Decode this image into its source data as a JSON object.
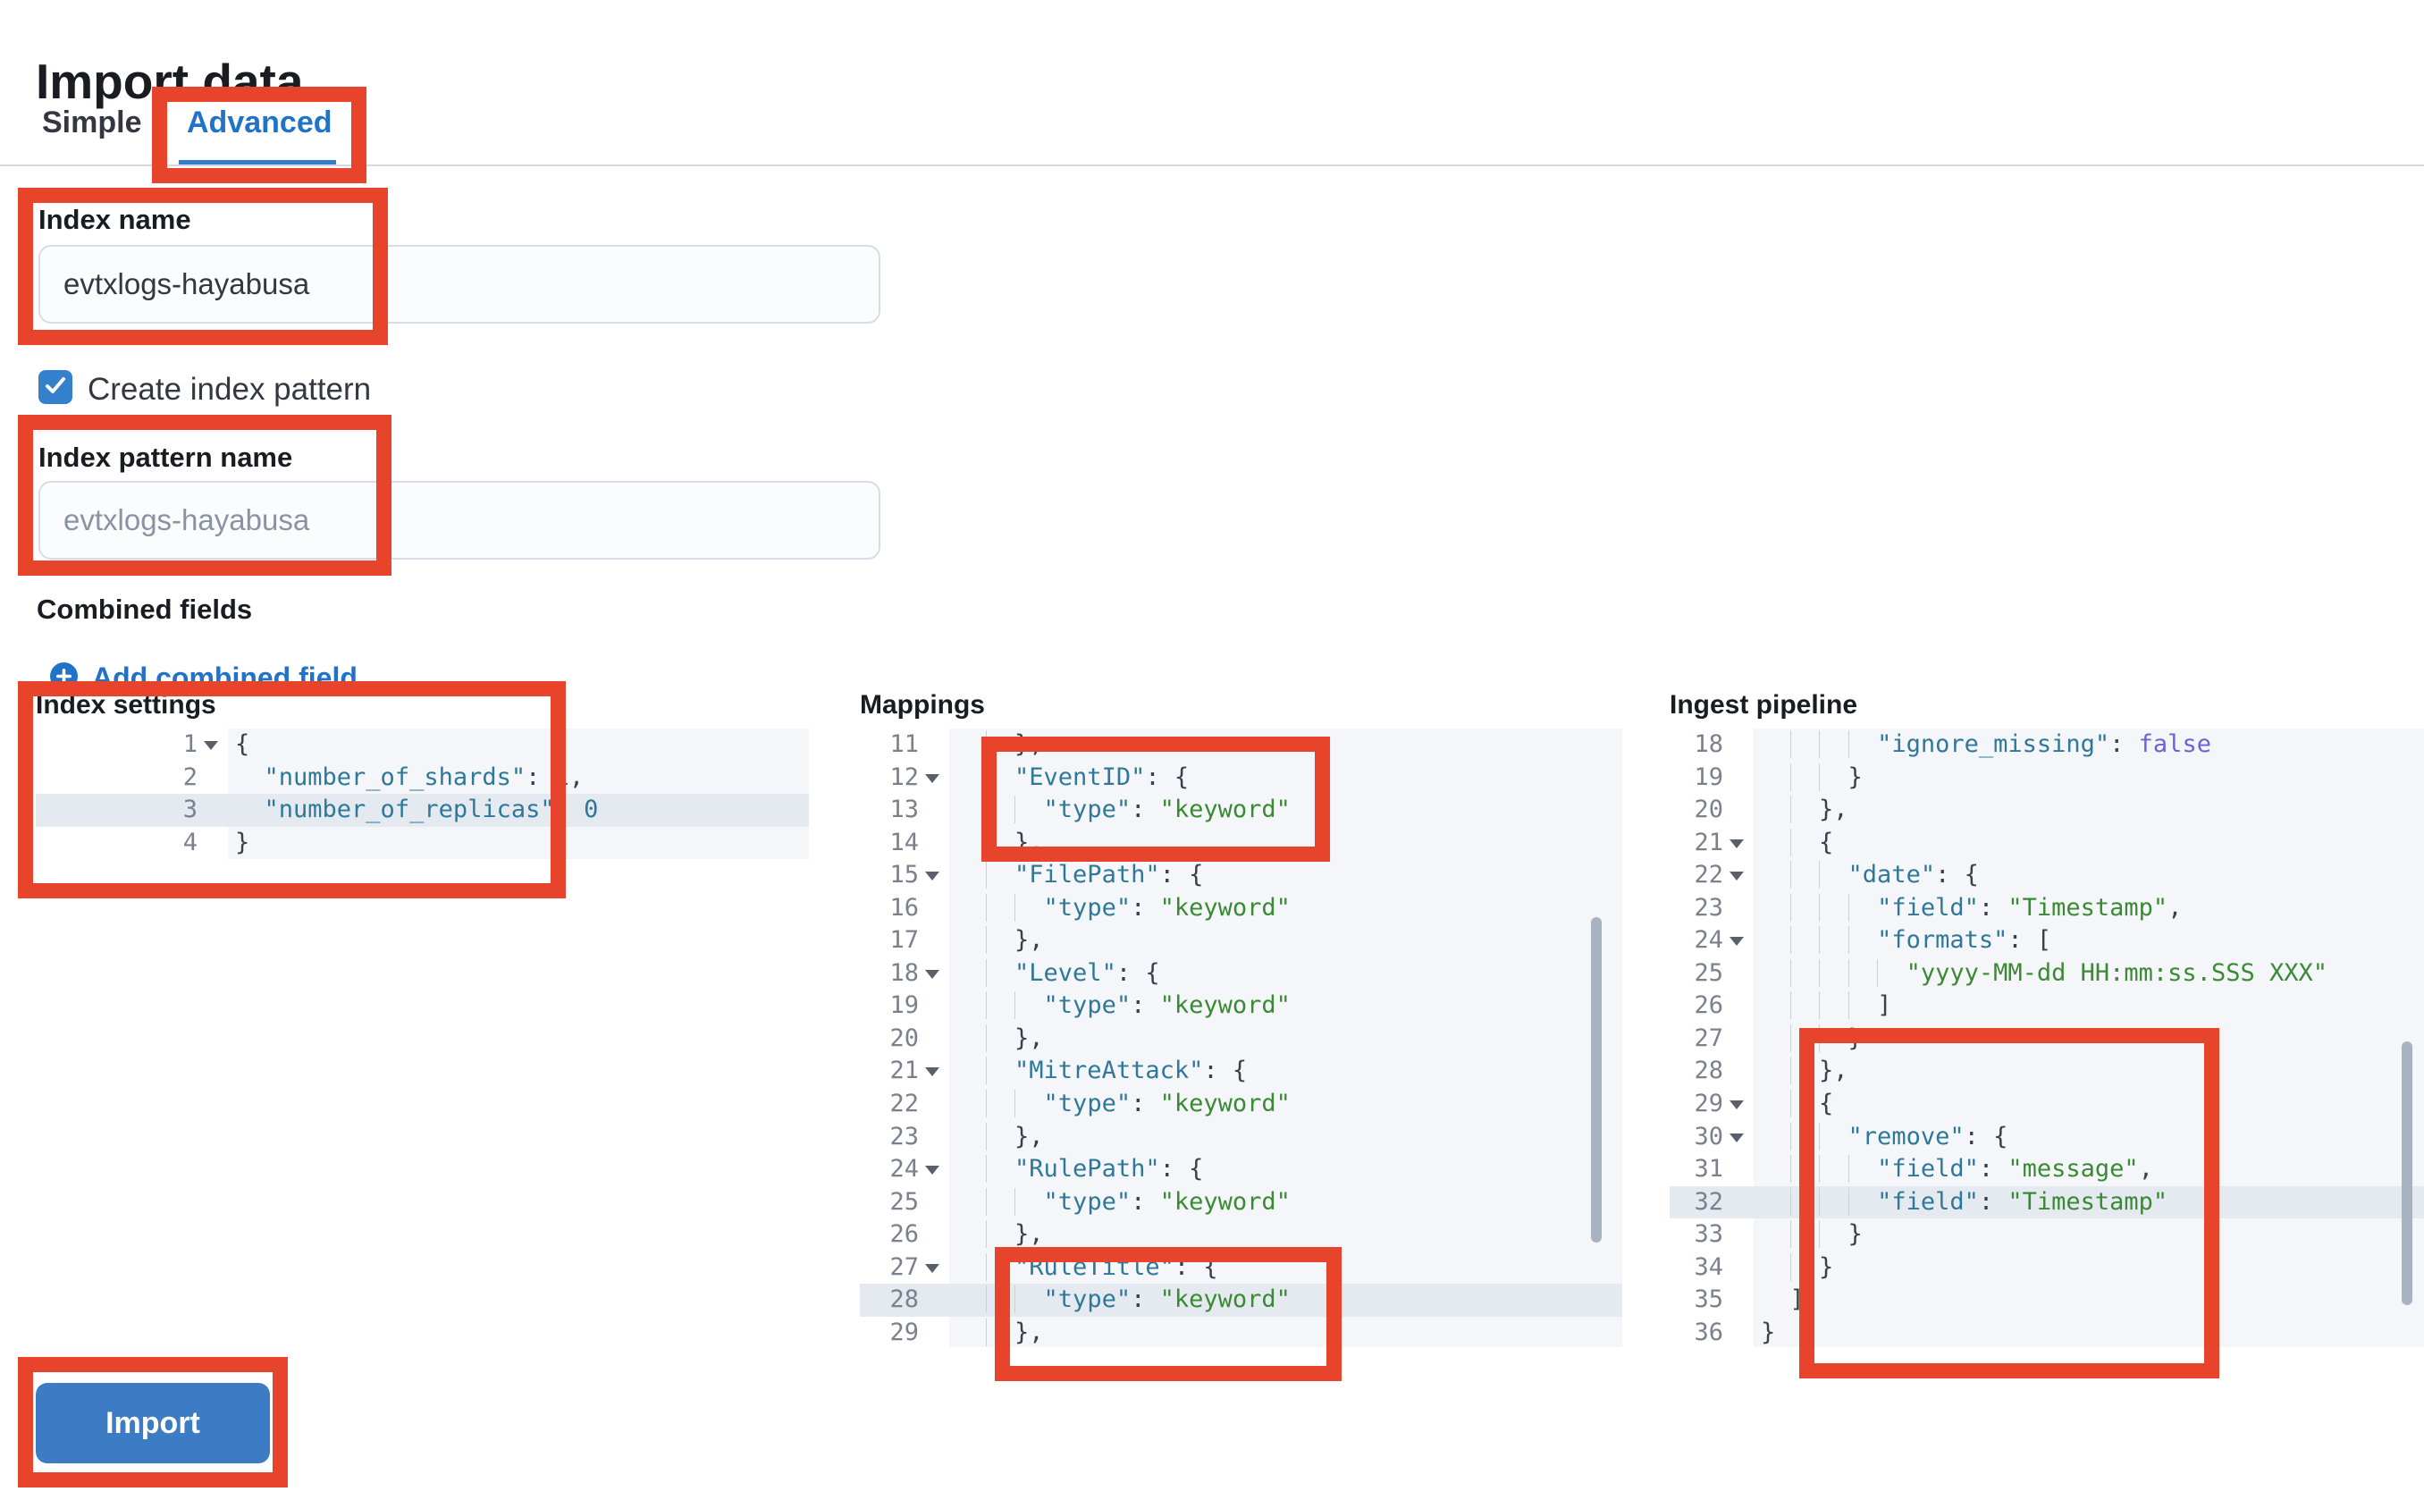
{
  "page": {
    "title": "Import data"
  },
  "tabs": [
    {
      "label": "Simple",
      "active": false
    },
    {
      "label": "Advanced",
      "active": true
    }
  ],
  "form": {
    "index_name": {
      "label": "Index name",
      "value": "evtxlogs-hayabusa"
    },
    "create_index_pattern": {
      "label": "Create index pattern",
      "checked": true
    },
    "index_pattern_name": {
      "label": "Index pattern name",
      "placeholder": "evtxlogs-hayabusa"
    },
    "combined_fields": {
      "label": "Combined fields",
      "add_link": "Add combined field"
    }
  },
  "import_button": {
    "label": "Import"
  },
  "colors": {
    "accent_blue": "#2173c8",
    "link_blue": "#2272c8",
    "button_blue": "#3c7cc4",
    "checkbox_blue": "#3580cc",
    "annotation_red": "#e8432b",
    "code_key": "#2e7899",
    "code_string": "#3a8a33",
    "code_boolean": "#6a63d8",
    "code_background": "#f4f6f9",
    "active_line": "#e5eaf1",
    "divider": "#d3dae6"
  },
  "editors": [
    {
      "label": "Index settings",
      "lines": [
        {
          "n": 1,
          "fold": true,
          "indent": 0,
          "seg": [
            [
              "{",
              "p"
            ]
          ]
        },
        {
          "n": 2,
          "indent": 2,
          "seg": [
            [
              "\"number_of_shards\"",
              "k"
            ],
            [
              ": ",
              "p"
            ],
            [
              "1",
              "n"
            ],
            [
              ",",
              "p"
            ]
          ]
        },
        {
          "n": 3,
          "indent": 2,
          "hl": true,
          "seg": [
            [
              "\"number_of_replicas\"",
              "k"
            ],
            [
              ": ",
              "p"
            ],
            [
              "0",
              "n"
            ]
          ]
        },
        {
          "n": 4,
          "indent": 0,
          "seg": [
            [
              "}",
              "p"
            ]
          ]
        }
      ]
    },
    {
      "label": "Mappings",
      "lines": [
        {
          "n": 11,
          "indent": 4,
          "seg": [
            [
              "},",
              "p"
            ]
          ]
        },
        {
          "n": 12,
          "fold": true,
          "indent": 4,
          "seg": [
            [
              "\"EventID\"",
              "k"
            ],
            [
              ": ",
              "p"
            ],
            [
              "{",
              "p"
            ]
          ]
        },
        {
          "n": 13,
          "indent": 6,
          "seg": [
            [
              "\"type\"",
              "k"
            ],
            [
              ": ",
              "p"
            ],
            [
              "\"keyword\"",
              "s"
            ]
          ]
        },
        {
          "n": 14,
          "indent": 4,
          "seg": [
            [
              "},",
              "p"
            ]
          ]
        },
        {
          "n": 15,
          "fold": true,
          "indent": 4,
          "seg": [
            [
              "\"FilePath\"",
              "k"
            ],
            [
              ": ",
              "p"
            ],
            [
              "{",
              "p"
            ]
          ]
        },
        {
          "n": 16,
          "indent": 6,
          "seg": [
            [
              "\"type\"",
              "k"
            ],
            [
              ": ",
              "p"
            ],
            [
              "\"keyword\"",
              "s"
            ]
          ]
        },
        {
          "n": 17,
          "indent": 4,
          "seg": [
            [
              "},",
              "p"
            ]
          ]
        },
        {
          "n": 18,
          "fold": true,
          "indent": 4,
          "seg": [
            [
              "\"Level\"",
              "k"
            ],
            [
              ": ",
              "p"
            ],
            [
              "{",
              "p"
            ]
          ]
        },
        {
          "n": 19,
          "indent": 6,
          "seg": [
            [
              "\"type\"",
              "k"
            ],
            [
              ": ",
              "p"
            ],
            [
              "\"keyword\"",
              "s"
            ]
          ]
        },
        {
          "n": 20,
          "indent": 4,
          "seg": [
            [
              "},",
              "p"
            ]
          ]
        },
        {
          "n": 21,
          "fold": true,
          "indent": 4,
          "seg": [
            [
              "\"MitreAttack\"",
              "k"
            ],
            [
              ": ",
              "p"
            ],
            [
              "{",
              "p"
            ]
          ]
        },
        {
          "n": 22,
          "indent": 6,
          "seg": [
            [
              "\"type\"",
              "k"
            ],
            [
              ": ",
              "p"
            ],
            [
              "\"keyword\"",
              "s"
            ]
          ]
        },
        {
          "n": 23,
          "indent": 4,
          "seg": [
            [
              "},",
              "p"
            ]
          ]
        },
        {
          "n": 24,
          "fold": true,
          "indent": 4,
          "seg": [
            [
              "\"RulePath\"",
              "k"
            ],
            [
              ": ",
              "p"
            ],
            [
              "{",
              "p"
            ]
          ]
        },
        {
          "n": 25,
          "indent": 6,
          "seg": [
            [
              "\"type\"",
              "k"
            ],
            [
              ": ",
              "p"
            ],
            [
              "\"keyword\"",
              "s"
            ]
          ]
        },
        {
          "n": 26,
          "indent": 4,
          "seg": [
            [
              "},",
              "p"
            ]
          ]
        },
        {
          "n": 27,
          "fold": true,
          "indent": 4,
          "seg": [
            [
              "\"RuleTitle\"",
              "k"
            ],
            [
              ": ",
              "p"
            ],
            [
              "{",
              "p"
            ]
          ]
        },
        {
          "n": 28,
          "indent": 6,
          "hl": true,
          "seg": [
            [
              "\"type\"",
              "k"
            ],
            [
              ": ",
              "p"
            ],
            [
              "\"keyword\"",
              "s"
            ]
          ]
        },
        {
          "n": 29,
          "indent": 4,
          "seg": [
            [
              "},",
              "p"
            ]
          ]
        }
      ]
    },
    {
      "label": "Ingest pipeline",
      "lines": [
        {
          "n": 18,
          "indent": 8,
          "seg": [
            [
              "\"ignore_missing\"",
              "k"
            ],
            [
              ": ",
              "p"
            ],
            [
              "false",
              "b"
            ]
          ]
        },
        {
          "n": 19,
          "indent": 6,
          "seg": [
            [
              "}",
              "p"
            ]
          ]
        },
        {
          "n": 20,
          "indent": 4,
          "seg": [
            [
              "},",
              "p"
            ]
          ]
        },
        {
          "n": 21,
          "fold": true,
          "indent": 4,
          "seg": [
            [
              "{",
              "p"
            ]
          ]
        },
        {
          "n": 22,
          "fold": true,
          "indent": 6,
          "seg": [
            [
              "\"date\"",
              "k"
            ],
            [
              ": ",
              "p"
            ],
            [
              "{",
              "p"
            ]
          ]
        },
        {
          "n": 23,
          "indent": 8,
          "seg": [
            [
              "\"field\"",
              "k"
            ],
            [
              ": ",
              "p"
            ],
            [
              "\"Timestamp\"",
              "s"
            ],
            [
              ",",
              "p"
            ]
          ]
        },
        {
          "n": 24,
          "fold": true,
          "indent": 8,
          "seg": [
            [
              "\"formats\"",
              "k"
            ],
            [
              ": ",
              "p"
            ],
            [
              "[",
              "p"
            ]
          ]
        },
        {
          "n": 25,
          "indent": 10,
          "seg": [
            [
              "\"yyyy-MM-dd HH:mm:ss.SSS XXX\"",
              "s"
            ]
          ]
        },
        {
          "n": 26,
          "indent": 8,
          "seg": [
            [
              "]",
              "p"
            ]
          ]
        },
        {
          "n": 27,
          "indent": 6,
          "seg": [
            [
              "}",
              "p"
            ]
          ]
        },
        {
          "n": 28,
          "indent": 4,
          "seg": [
            [
              "},",
              "p"
            ]
          ]
        },
        {
          "n": 29,
          "fold": true,
          "indent": 4,
          "seg": [
            [
              "{",
              "p"
            ]
          ]
        },
        {
          "n": 30,
          "fold": true,
          "indent": 6,
          "seg": [
            [
              "\"remove\"",
              "k"
            ],
            [
              ": ",
              "p"
            ],
            [
              "{",
              "p"
            ]
          ]
        },
        {
          "n": 31,
          "indent": 8,
          "seg": [
            [
              "\"field\"",
              "k"
            ],
            [
              ": ",
              "p"
            ],
            [
              "\"message\"",
              "s"
            ],
            [
              ",",
              "p"
            ]
          ]
        },
        {
          "n": 32,
          "indent": 8,
          "hl": true,
          "seg": [
            [
              "\"field\"",
              "k"
            ],
            [
              ": ",
              "p"
            ],
            [
              "\"Timestamp\"",
              "s"
            ]
          ]
        },
        {
          "n": 33,
          "indent": 6,
          "seg": [
            [
              "}",
              "p"
            ]
          ]
        },
        {
          "n": 34,
          "indent": 4,
          "seg": [
            [
              "}",
              "p"
            ]
          ]
        },
        {
          "n": 35,
          "indent": 2,
          "seg": [
            [
              "]",
              "p"
            ]
          ]
        },
        {
          "n": 36,
          "indent": 0,
          "seg": [
            [
              "}",
              "p"
            ]
          ]
        }
      ]
    }
  ]
}
